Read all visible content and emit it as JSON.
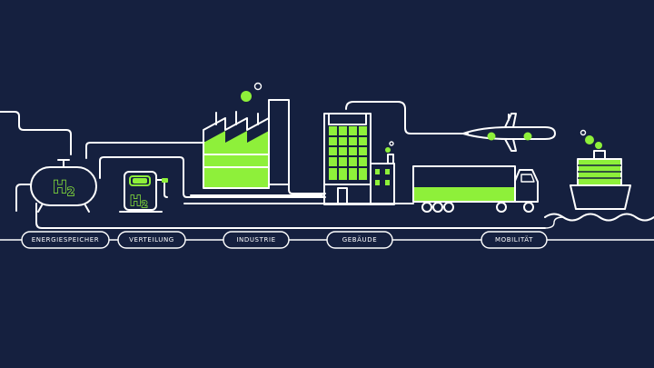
{
  "colors": {
    "background": "#15203f",
    "line": "#ffffff",
    "accent": "#8ef03a"
  },
  "tank": {
    "symbol": "H",
    "subscript": "2"
  },
  "dispenser": {
    "symbol": "H",
    "subscript": "2"
  },
  "labels": [
    {
      "key": "energy_storage",
      "text": "ENERGIESPEICHER"
    },
    {
      "key": "distribution",
      "text": "VERTEILUNG"
    },
    {
      "key": "industry",
      "text": "INDUSTRIE"
    },
    {
      "key": "buildings",
      "text": "GEBÄUDE"
    },
    {
      "key": "mobility",
      "text": "MOBILITÄT"
    }
  ]
}
